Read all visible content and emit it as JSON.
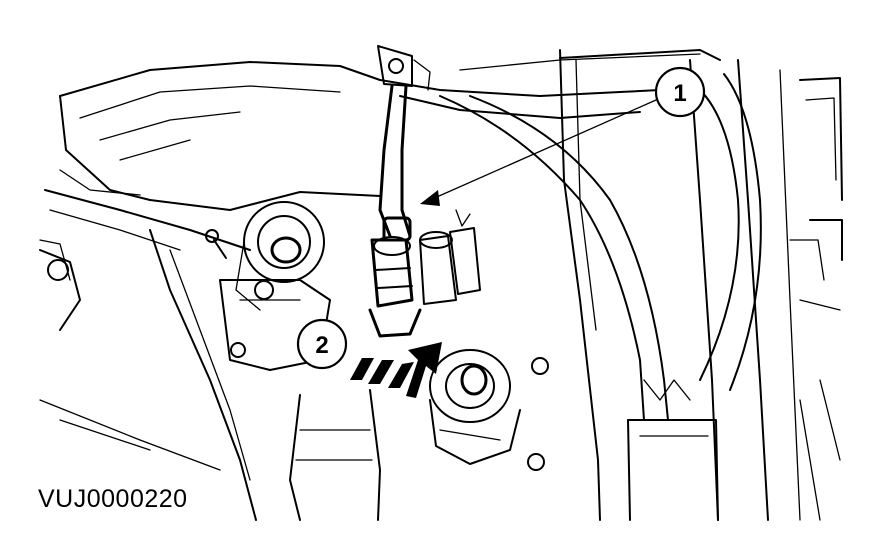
{
  "figure": {
    "reference_code": "VUJ0000220"
  },
  "callouts": [
    {
      "label": "1"
    },
    {
      "label": "2"
    }
  ],
  "colors": {
    "ink": "#000000",
    "background": "#ffffff"
  }
}
